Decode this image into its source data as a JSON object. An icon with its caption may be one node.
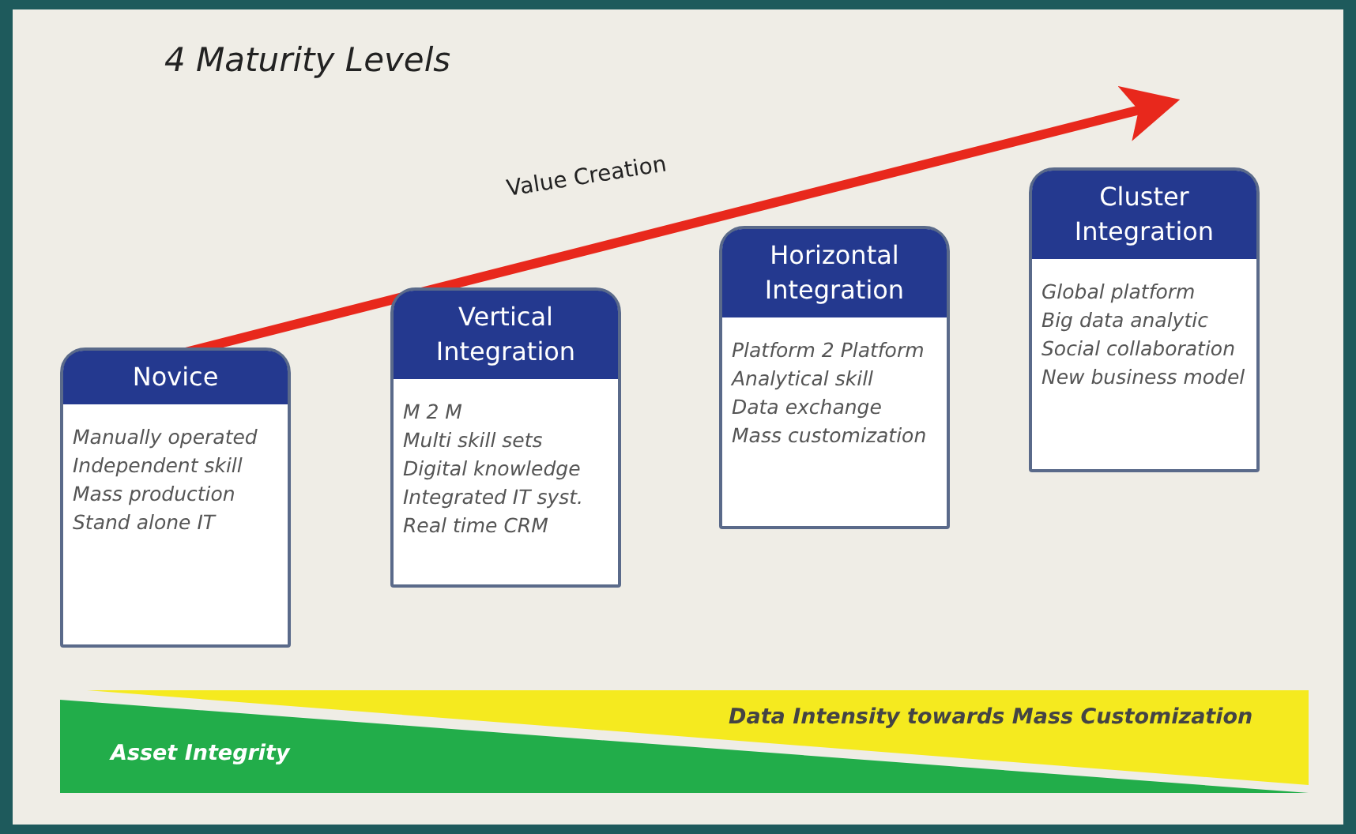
{
  "diagram": {
    "title": "4 Maturity Levels",
    "nodes": [
      {
        "text": [
          "Novice",
          "Manually operated",
          "Independent skill",
          "Mass production",
          "Stand alone IT"
        ]
      },
      {
        "text": [
          "Vertical Integration",
          "M 2 M",
          "Multi skill sets",
          "Digital knowledge",
          "Integrated IT syst.",
          "Real time CRM"
        ]
      },
      {
        "text": [
          "Horizontal Integration",
          "Platform 2 Platform",
          "Analytical skill",
          "Data exchange",
          "Mass customization"
        ]
      },
      {
        "text": [
          "Cluster Integration",
          "Global platform",
          "Big data analytic",
          "Social collaboration",
          "New business model"
        ]
      },
      {
        "text": [
          "Data Intensity towards Mass Customization"
        ]
      },
      {
        "text": [
          "Asset Integrity"
        ]
      }
    ],
    "edges": [],
    "labels": [
      "Value Creation"
    ]
  }
}
